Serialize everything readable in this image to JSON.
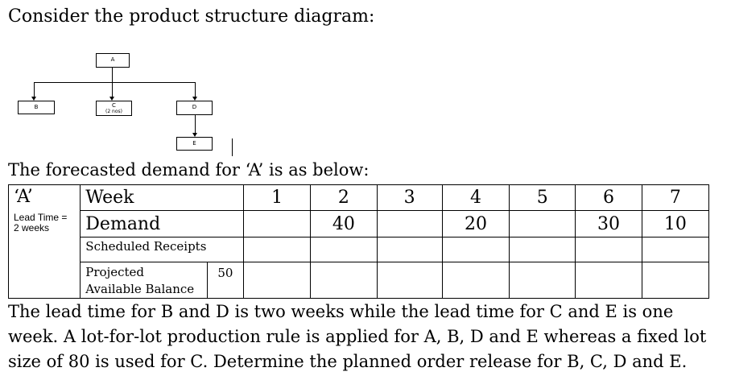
{
  "heading": "Consider the product structure diagram:",
  "diagram": {
    "A": "A",
    "B": "B",
    "C": "C",
    "C_qty": "(2 nos)",
    "D": "D",
    "E": "E"
  },
  "intro": "The forecasted demand for ‘A’ is as below:",
  "table": {
    "item_label": "‘A’",
    "lead_time": "Lead Time = 2 weeks",
    "week_label": "Week",
    "weeks": [
      "1",
      "2",
      "3",
      "4",
      "5",
      "6",
      "7"
    ],
    "demand_label": "Demand",
    "demand": [
      "",
      "40",
      "",
      "20",
      "",
      "30",
      "10"
    ],
    "scheduled_label": "Scheduled Receipts",
    "pab_label_1": "Projected",
    "pab_label_2": "Available Balance",
    "pab_initial": "50"
  },
  "paragraph": "The lead time for B and D is two weeks while the lead time for C and E is one week. A lot-for-lot production rule is applied for A, B, D and E whereas a fixed lot size of 80 is used for C. Determine the planned order release for B, C, D and E."
}
